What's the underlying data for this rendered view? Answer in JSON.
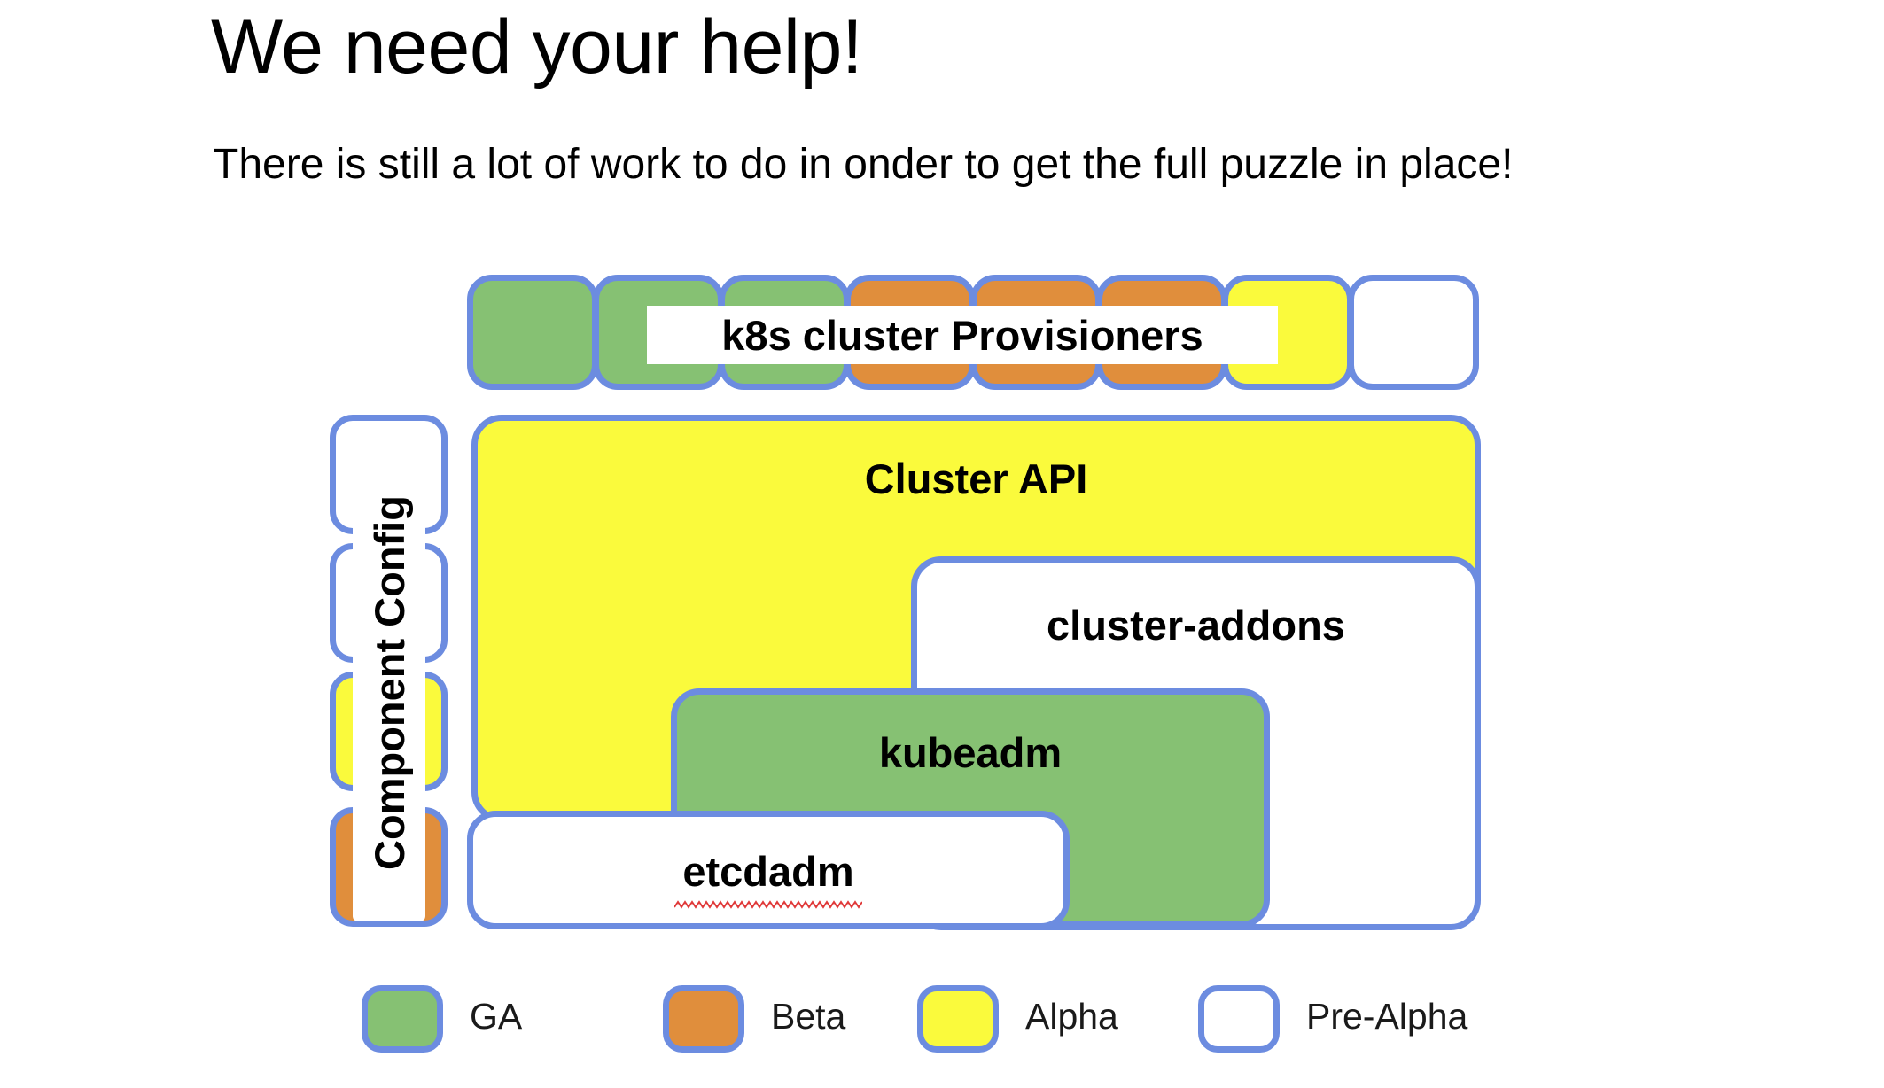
{
  "slide": {
    "title": "We need your help!",
    "subtitle": "There is still a lot of work to do in onder to get the full puzzle in place!"
  },
  "colors": {
    "border": "#6C8CE0",
    "ga": "#86C173",
    "beta": "#E08E3C",
    "alpha": "#FAFA3C",
    "prealpha": "#FFFFFF",
    "spellcheck": "#E03A3A"
  },
  "provisioners": {
    "label": "k8s cluster Provisioners",
    "boxes": [
      {
        "status": "GA",
        "fill": "ga"
      },
      {
        "status": "GA",
        "fill": "ga"
      },
      {
        "status": "GA",
        "fill": "ga"
      },
      {
        "status": "Beta",
        "fill": "beta"
      },
      {
        "status": "Beta",
        "fill": "beta"
      },
      {
        "status": "Beta",
        "fill": "beta"
      },
      {
        "status": "Alpha",
        "fill": "alpha"
      },
      {
        "status": "Pre-Alpha",
        "fill": "prealpha"
      }
    ]
  },
  "component_config": {
    "label": "Component Config",
    "boxes": [
      {
        "status": "Pre-Alpha",
        "fill": "prealpha"
      },
      {
        "status": "Pre-Alpha",
        "fill": "prealpha"
      },
      {
        "status": "Alpha",
        "fill": "alpha"
      },
      {
        "status": "Beta",
        "fill": "beta"
      }
    ]
  },
  "nodes": {
    "cluster_api": {
      "label": "Cluster API",
      "status": "Alpha"
    },
    "cluster_addons": {
      "label": "cluster-addons",
      "status": "Pre-Alpha"
    },
    "kubeadm": {
      "label": "kubeadm",
      "status": "GA"
    },
    "etcdadm": {
      "label": "etcdadm",
      "status": "Pre-Alpha",
      "misspelled": true
    }
  },
  "legend": {
    "items": [
      {
        "label": "GA",
        "fill": "ga"
      },
      {
        "label": "Beta",
        "fill": "beta"
      },
      {
        "label": "Alpha",
        "fill": "alpha"
      },
      {
        "label": "Pre-Alpha",
        "fill": "prealpha"
      }
    ]
  }
}
